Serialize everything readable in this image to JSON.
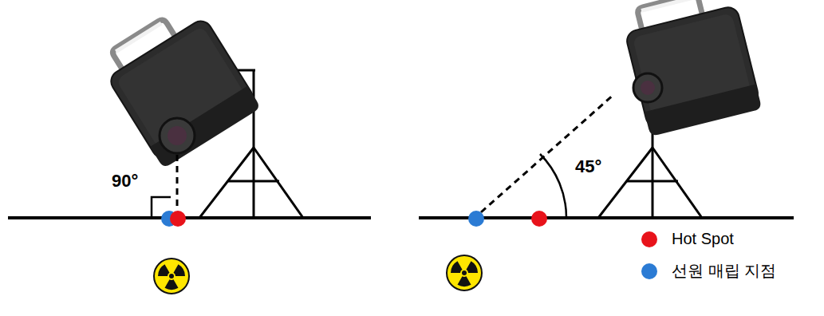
{
  "diagram": {
    "labels": [
      "90°",
      "45°"
    ],
    "legend": [
      {
        "text": "Hot Spot",
        "color": "#e8131b"
      },
      {
        "text": "선원 매립 지점",
        "color": "#2b7bd4"
      }
    ]
  }
}
